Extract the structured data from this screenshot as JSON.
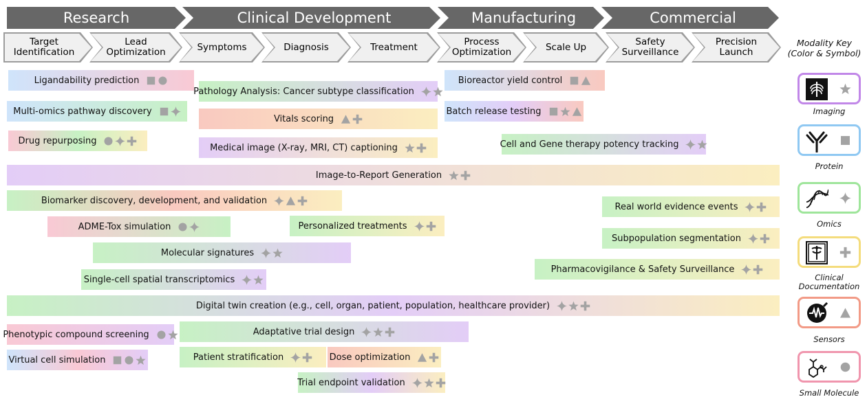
{
  "phases": [
    "Research",
    "Clinical Development",
    "Manufacturing",
    "Commercial"
  ],
  "steps": [
    {
      "label": "Target\nIdentification"
    },
    {
      "label": "Lead\nOptimization"
    },
    {
      "label": "Symptoms"
    },
    {
      "label": "Diagnosis"
    },
    {
      "label": "Treatment"
    },
    {
      "label": "Process\nOptimization"
    },
    {
      "label": "Scale Up"
    },
    {
      "label": "Safety\nSurveillance"
    },
    {
      "label": "Precision\nLaunch"
    }
  ],
  "modality_key": {
    "title": "Modality Key\n(Color & Symbol)",
    "items": [
      {
        "label": "Imaging",
        "color": "#c187e8",
        "symbol": "star",
        "icon": "xray-icon"
      },
      {
        "label": "Protein",
        "color": "#8fc8f2",
        "symbol": "square",
        "icon": "antibody-icon"
      },
      {
        "label": "Omics",
        "color": "#9ee59a",
        "symbol": "sparkle",
        "icon": "dna-icon"
      },
      {
        "label": "Clinical\nDocumentation",
        "color": "#f4dc7c",
        "symbol": "plus",
        "icon": "document-icon"
      },
      {
        "label": "Sensors",
        "color": "#f29a86",
        "symbol": "triangle",
        "icon": "sensor-icon"
      },
      {
        "label": "Small Molecule",
        "color": "#f095ad",
        "symbol": "circle",
        "icon": "molecule-icon"
      }
    ]
  },
  "use_cases": [
    {
      "label": "Ligandability prediction",
      "symbols": [
        "square",
        "circle"
      ],
      "colors": [
        "#cfe4fb",
        "#f9c9d4"
      ]
    },
    {
      "label": "Pathology Analysis: Cancer subtype classification",
      "symbols": [
        "sparkle",
        "star"
      ],
      "colors": [
        "#c7f1c4",
        "#e3cdf7"
      ]
    },
    {
      "label": "Bioreactor yield control",
      "symbols": [
        "square",
        "triangle"
      ],
      "colors": [
        "#cfe4fb",
        "#f9c9c0"
      ]
    },
    {
      "label": "Multi-omics pathway discovery",
      "symbols": [
        "square",
        "sparkle"
      ],
      "colors": [
        "#cfe4fb",
        "#c7f1c4"
      ]
    },
    {
      "label": "Vitals scoring",
      "symbols": [
        "triangle",
        "plus"
      ],
      "colors": [
        "#f9c9c0",
        "#fbeec0"
      ]
    },
    {
      "label": "Batch release testing",
      "symbols": [
        "square",
        "star",
        "triangle"
      ],
      "colors": [
        "#cfe4fb",
        "#e3cdf7",
        "#f9c9c0"
      ]
    },
    {
      "label": "Drug repurposing",
      "symbols": [
        "circle",
        "sparkle",
        "plus"
      ],
      "colors": [
        "#f9c9d4",
        "#c7f1c4",
        "#fbeec0"
      ]
    },
    {
      "label": "Medical image (X-ray, MRI, CT) captioning",
      "symbols": [
        "star",
        "plus"
      ],
      "colors": [
        "#e3cdf7",
        "#fbeec0"
      ]
    },
    {
      "label": "Cell and Gene therapy potency tracking",
      "symbols": [
        "sparkle",
        "star"
      ],
      "colors": [
        "#c7f1c4",
        "#e3cdf7"
      ]
    },
    {
      "label": "Image-to-Report Generation",
      "symbols": [
        "star",
        "plus"
      ],
      "colors": [
        "#e3cdf7",
        "#fbeec0"
      ]
    },
    {
      "label": "Biomarker discovery, development, and validation",
      "symbols": [
        "sparkle",
        "triangle",
        "plus"
      ],
      "colors": [
        "#c7f1c4",
        "#f9c9c0",
        "#fbeec0"
      ]
    },
    {
      "label": "Real world evidence events",
      "symbols": [
        "sparkle",
        "plus"
      ],
      "colors": [
        "#c7f1c4",
        "#fbeec0"
      ]
    },
    {
      "label": "ADME-Tox simulation",
      "symbols": [
        "circle",
        "sparkle"
      ],
      "colors": [
        "#f9c9d4",
        "#c7f1c4"
      ]
    },
    {
      "label": "Personalized treatments",
      "symbols": [
        "sparkle",
        "plus"
      ],
      "colors": [
        "#c7f1c4",
        "#fbeec0"
      ]
    },
    {
      "label": "Subpopulation segmentation",
      "symbols": [
        "sparkle",
        "plus"
      ],
      "colors": [
        "#c7f1c4",
        "#fbeec0"
      ]
    },
    {
      "label": "Molecular signatures",
      "symbols": [
        "sparkle",
        "star"
      ],
      "colors": [
        "#c7f1c4",
        "#e3cdf7"
      ]
    },
    {
      "label": "Pharmacovigilance & Safety Surveillance",
      "symbols": [
        "sparkle",
        "plus"
      ],
      "colors": [
        "#c7f1c4",
        "#fbeec0"
      ]
    },
    {
      "label": "Single-cell spatial transcriptomics",
      "symbols": [
        "sparkle",
        "star"
      ],
      "colors": [
        "#c7f1c4",
        "#e3cdf7"
      ]
    },
    {
      "label": "Digital twin creation (e.g., cell, organ, patient, population, healthcare provider)",
      "symbols": [
        "sparkle",
        "star",
        "plus"
      ],
      "colors": [
        "#c7f1c4",
        "#e3cdf7",
        "#fbeec0"
      ]
    },
    {
      "label": "Phenotypic compound screening",
      "symbols": [
        "circle",
        "star"
      ],
      "colors": [
        "#f9c9d4",
        "#e3cdf7"
      ]
    },
    {
      "label": "Adaptative trial design",
      "symbols": [
        "sparkle",
        "star",
        "plus"
      ],
      "colors": [
        "#c7f1c4",
        "#e3cdf7"
      ]
    },
    {
      "label": "Virtual cell simulation",
      "symbols": [
        "square",
        "circle",
        "star"
      ],
      "colors": [
        "#cfe4fb",
        "#f9c9d4",
        "#e3cdf7"
      ]
    },
    {
      "label": "Patient stratification",
      "symbols": [
        "sparkle",
        "plus"
      ],
      "colors": [
        "#c7f1c4",
        "#fbeec0"
      ]
    },
    {
      "label": "Dose optimization",
      "symbols": [
        "triangle",
        "plus"
      ],
      "colors": [
        "#f9c9c0",
        "#fbeec0"
      ]
    },
    {
      "label": "Trial endpoint validation",
      "symbols": [
        "sparkle",
        "star",
        "plus"
      ],
      "colors": [
        "#c7f1c4",
        "#e3cdf7",
        "#fbeec0"
      ]
    }
  ]
}
